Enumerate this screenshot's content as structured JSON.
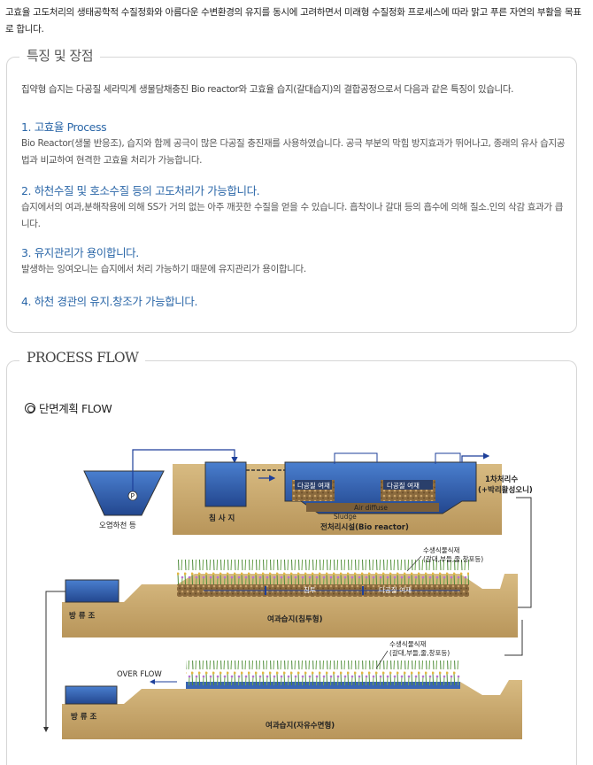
{
  "intro": {
    "text": "고효율 고도처리의 생태공학적 수질정화와 아름다운 수변환경의 유지를 동시에 고려하면서 미래형 수질정화 프로세스에 따라 맑고 푸른 자연의 부활을 목표로 합니다."
  },
  "features_section": {
    "title": "특징 및 장점",
    "lead": "집약형 습지는 다공질 세라믹계 생물담채충진 Bio reactor와 고효율 습지(갈대습지)의 결합공정으로서 다음과 같은 특징이 있습니다.",
    "items": [
      {
        "heading": "1. 고효율 Process",
        "body": "Bio Reactor(생물 반응조), 습지와 함께 공극이 많은 다공질 충진재를 사용하였습니다. 공극 부분의 막힘 방지효과가 뛰어나고, 종래의 유사 습지공법과 비교하여 현격한 고효율 처리가 가능합니다."
      },
      {
        "heading": "2. 하천수질 및 호소수질 등의 고도처리가 가능합니다.",
        "body": "습지에서의 여과,분해작용에 의해 SS가 거의 없는 아주 깨끗한 수질을 얻을 수 있습니다. 흡착이나 갈대 등의 흡수에 의해 질소.인의 삭감 효과가 큽니다."
      },
      {
        "heading": "3. 유지관리가 용이합니다.",
        "body": "발생하는 잉여오니는 습지에서 처리 가능하기 때문에 유지관리가 용이합니다."
      },
      {
        "heading": "4. 하천 경관의 유지.창조가 가능합니다.",
        "body": ""
      }
    ]
  },
  "process_section": {
    "title": "PROCESS FLOW",
    "subtitle": "단면계획 FLOW",
    "diagram": {
      "pump_symbol": "P",
      "source_label": "오염하천 등",
      "settling_label": "침 사 지",
      "media_label_1": "다공질 여재",
      "media_label_2": "다공질 여재",
      "air_label": "Air diffuse",
      "sludge_label": "Sludge",
      "bioreactor_label": "전처리시설(Bio reactor)",
      "primary_effluent_label_1": "1차처리수",
      "primary_effluent_label_2": "(+박리활성오니)",
      "plants_label_1a": "수생식물식재",
      "plants_label_1b": "(갈대,부들,줄,창포등)",
      "infiltration_label": "침투",
      "media_label_3": "다공질 여재",
      "outlet_label_1": "방 류 조",
      "wetland1_label": "여과습지(침투형)",
      "plants_label_2a": "수생식물식재",
      "plants_label_2b": "(갈대,부들,줄,창포등)",
      "overflow_label": "OVER FLOW",
      "outlet_label_2": "방 류 조",
      "wetland2_label": "여과습지(자유수면형)"
    },
    "colors": {
      "water": "#2a5fb0",
      "soil": "#c9a86a",
      "heading_blue": "#2b67a8"
    }
  }
}
